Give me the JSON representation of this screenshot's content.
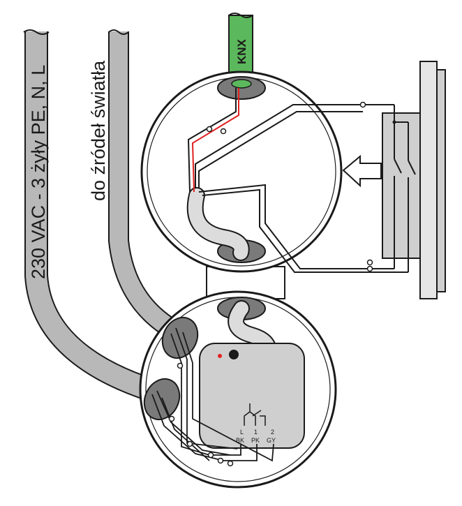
{
  "labels": {
    "supply": "230 VAC - 3 żyły PE, N, L",
    "to_light": "do źródeł światła",
    "bus": "KNX"
  },
  "terminals": {
    "top": [
      "L",
      "1",
      "2"
    ],
    "bottom": [
      "BK",
      "PK",
      "GY"
    ]
  },
  "colors": {
    "cable_gray": "#b8b8b8",
    "knx_green": "#5cb85c",
    "wire_red": "#e02020",
    "device_gray": "#cfcfcf",
    "led_red": "#e52222"
  }
}
